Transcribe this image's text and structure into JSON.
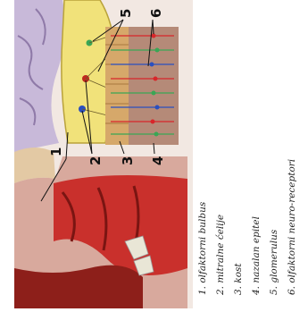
{
  "callouts": {
    "n1": "1",
    "n2": "2",
    "n3": "3",
    "n4": "4",
    "n5": "5",
    "n6": "6"
  },
  "legend": [
    "1. olfaktorni bulbus",
    "2. mitralne ćelije",
    "3. kost",
    "4. nazalan epitel",
    "5. glomerulus",
    "6. olfaktorni neuro-receptori"
  ],
  "colors": {
    "bulb": "#f1e27a",
    "bone": "#d6a86a",
    "epithelium": "#b58a78",
    "tissue": "#c9302c",
    "receptor_red": "#d8262a",
    "receptor_green": "#3aa655",
    "receptor_blue": "#2a4fbf"
  }
}
